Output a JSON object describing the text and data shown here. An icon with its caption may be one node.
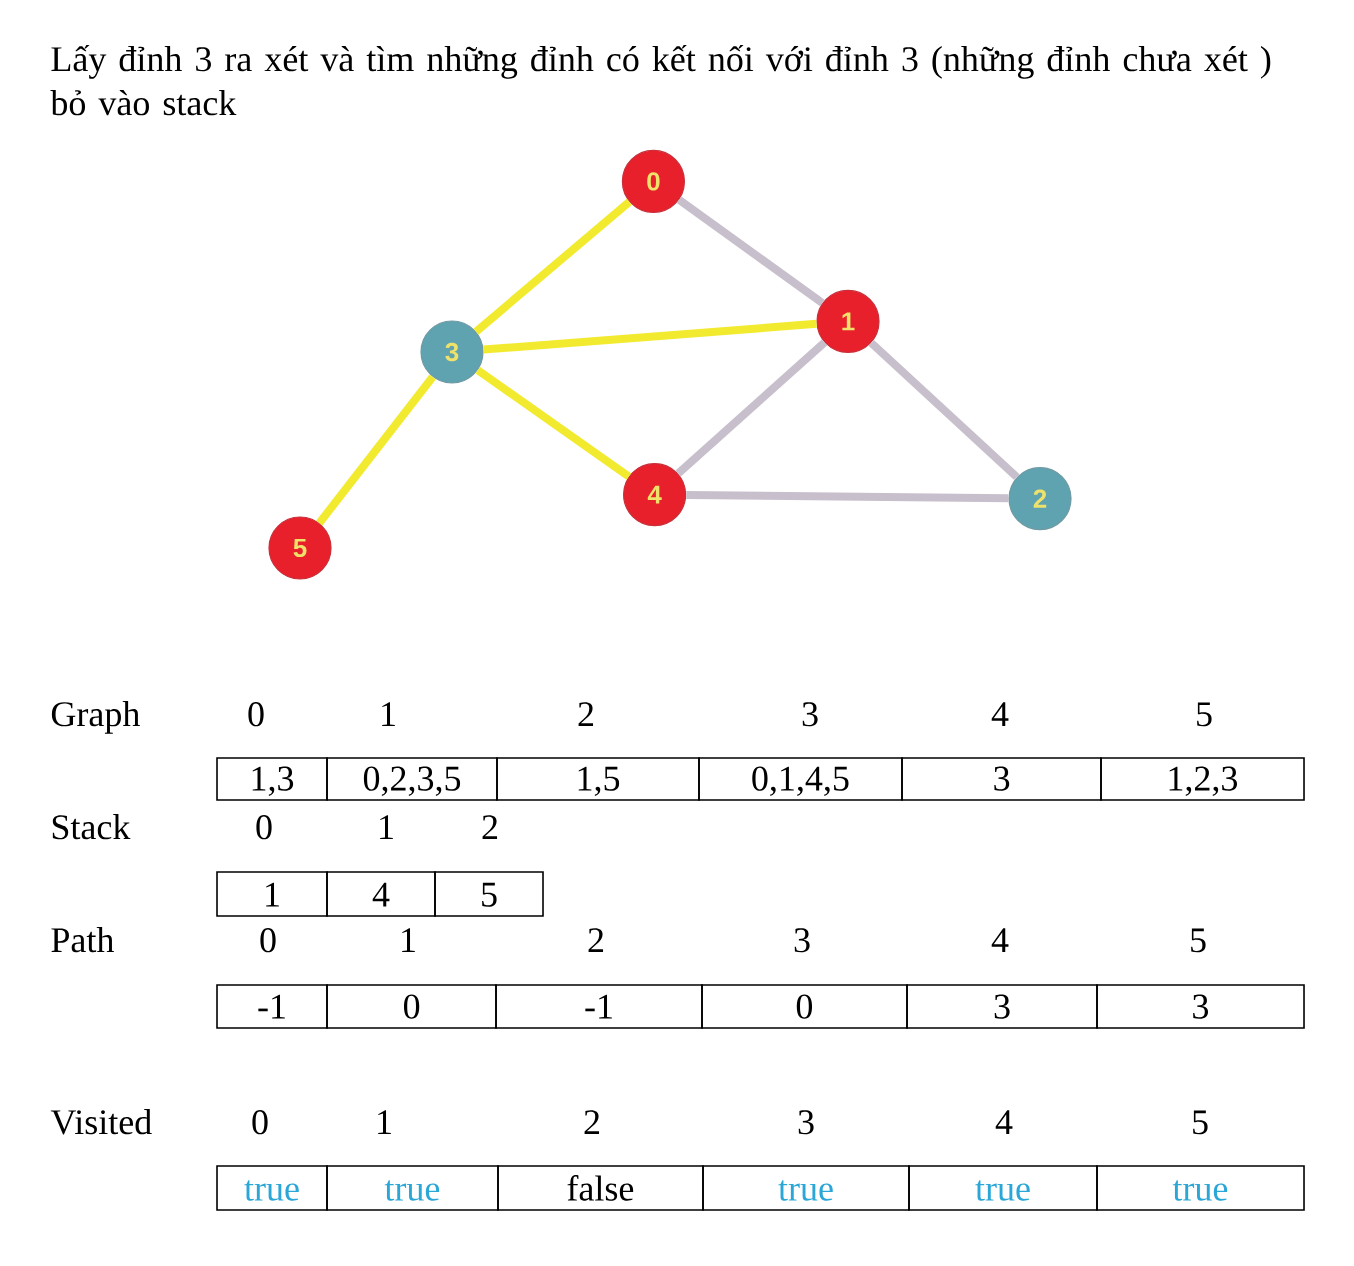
{
  "diagram": {
    "title": "Lấy đỉnh 3 ra xét và tìm những đỉnh có kết nối với đỉnh 3 (những đỉnh chưa xét ) bỏ vào stack",
    "nodes": [
      {
        "text": [
          "0"
        ]
      },
      {
        "text": [
          "1"
        ]
      },
      {
        "text": [
          "2"
        ]
      },
      {
        "text": [
          "3"
        ]
      },
      {
        "text": [
          "4"
        ]
      },
      {
        "text": [
          "5"
        ]
      }
    ],
    "edges": [
      {
        "from": 0,
        "to": 1,
        "arrow": "none"
      },
      {
        "from": 0,
        "to": 3,
        "arrow": "none",
        "color": "#f2ea2e"
      },
      {
        "from": 1,
        "to": 3,
        "arrow": "none",
        "color": "#f2ea2e"
      },
      {
        "from": 1,
        "to": 4,
        "arrow": "none"
      },
      {
        "from": 1,
        "to": 2,
        "arrow": "none"
      },
      {
        "from": 3,
        "to": 4,
        "arrow": "none",
        "color": "#f2ea2e"
      },
      {
        "from": 3,
        "to": 5,
        "arrow": "none",
        "color": "#f2ea2e"
      },
      {
        "from": 4,
        "to": 2,
        "arrow": "none"
      }
    ],
    "labels": [
      "Graph",
      "0",
      "1",
      "2",
      "3",
      "4",
      "5",
      "1,3",
      "0,2,3,5",
      "1,5",
      "0,1,4,5",
      "3",
      "1,2,3",
      "Stack",
      "0",
      "1",
      "2",
      "1",
      "4",
      "5",
      "Path",
      "0",
      "1",
      "2",
      "3",
      "4",
      "5",
      "-1",
      "0",
      "-1",
      "0",
      "3",
      "3",
      "Visited",
      "0",
      "1",
      "2",
      "3",
      "4",
      "5",
      "true",
      "true",
      "false",
      "true",
      "true",
      "true"
    ]
  }
}
